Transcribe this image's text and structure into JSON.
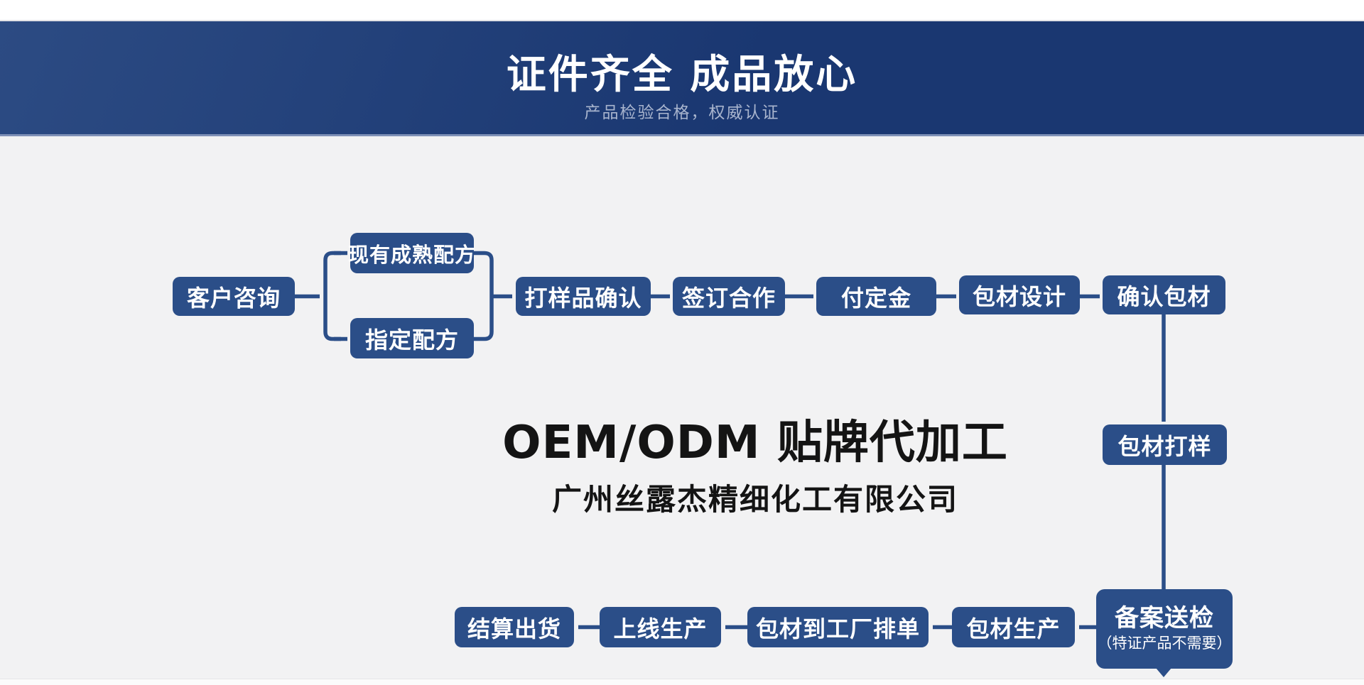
{
  "banner": {
    "title": "证件齐全 成品放心",
    "subtitle": "产品检验合格，权威认证"
  },
  "center": {
    "main_title": "OEM/ODM 贴牌代加工",
    "company": "广州丝露杰精细化工有限公司"
  },
  "flow": {
    "nodes": [
      {
        "id": "customer-inquiry",
        "label": "客户咨询"
      },
      {
        "id": "existing-formula",
        "label": "现有成熟配方"
      },
      {
        "id": "custom-formula",
        "label": "指定配方"
      },
      {
        "id": "sample-confirm",
        "label": "打样品确认"
      },
      {
        "id": "sign-cooperation",
        "label": "签订合作"
      },
      {
        "id": "pay-deposit",
        "label": "付定金"
      },
      {
        "id": "packaging-design",
        "label": "包材设计"
      },
      {
        "id": "confirm-packaging",
        "label": "确认包材"
      },
      {
        "id": "packaging-sampling",
        "label": "包材打样"
      },
      {
        "id": "filing-inspection",
        "label": "备案送检",
        "note": "（特证产品不需要）"
      },
      {
        "id": "packaging-production",
        "label": "包材生产"
      },
      {
        "id": "packaging-factory-scheduling",
        "label": "包材到工厂排单"
      },
      {
        "id": "online-production",
        "label": "上线生产"
      },
      {
        "id": "settle-ship",
        "label": "结算出货"
      }
    ]
  },
  "colors": {
    "page_bg": "#f2f2f3",
    "banner_bg_start": "#2c4b83",
    "banner_bg_end": "#1a3771",
    "banner_border": "#7e90b6",
    "banner_title": "#ffffff",
    "banner_subtitle": "#a9b5ce",
    "box_fill": "#2b4e88",
    "box_text": "#ffffff",
    "connector": "#2b4e88",
    "center_text": "#141414"
  }
}
